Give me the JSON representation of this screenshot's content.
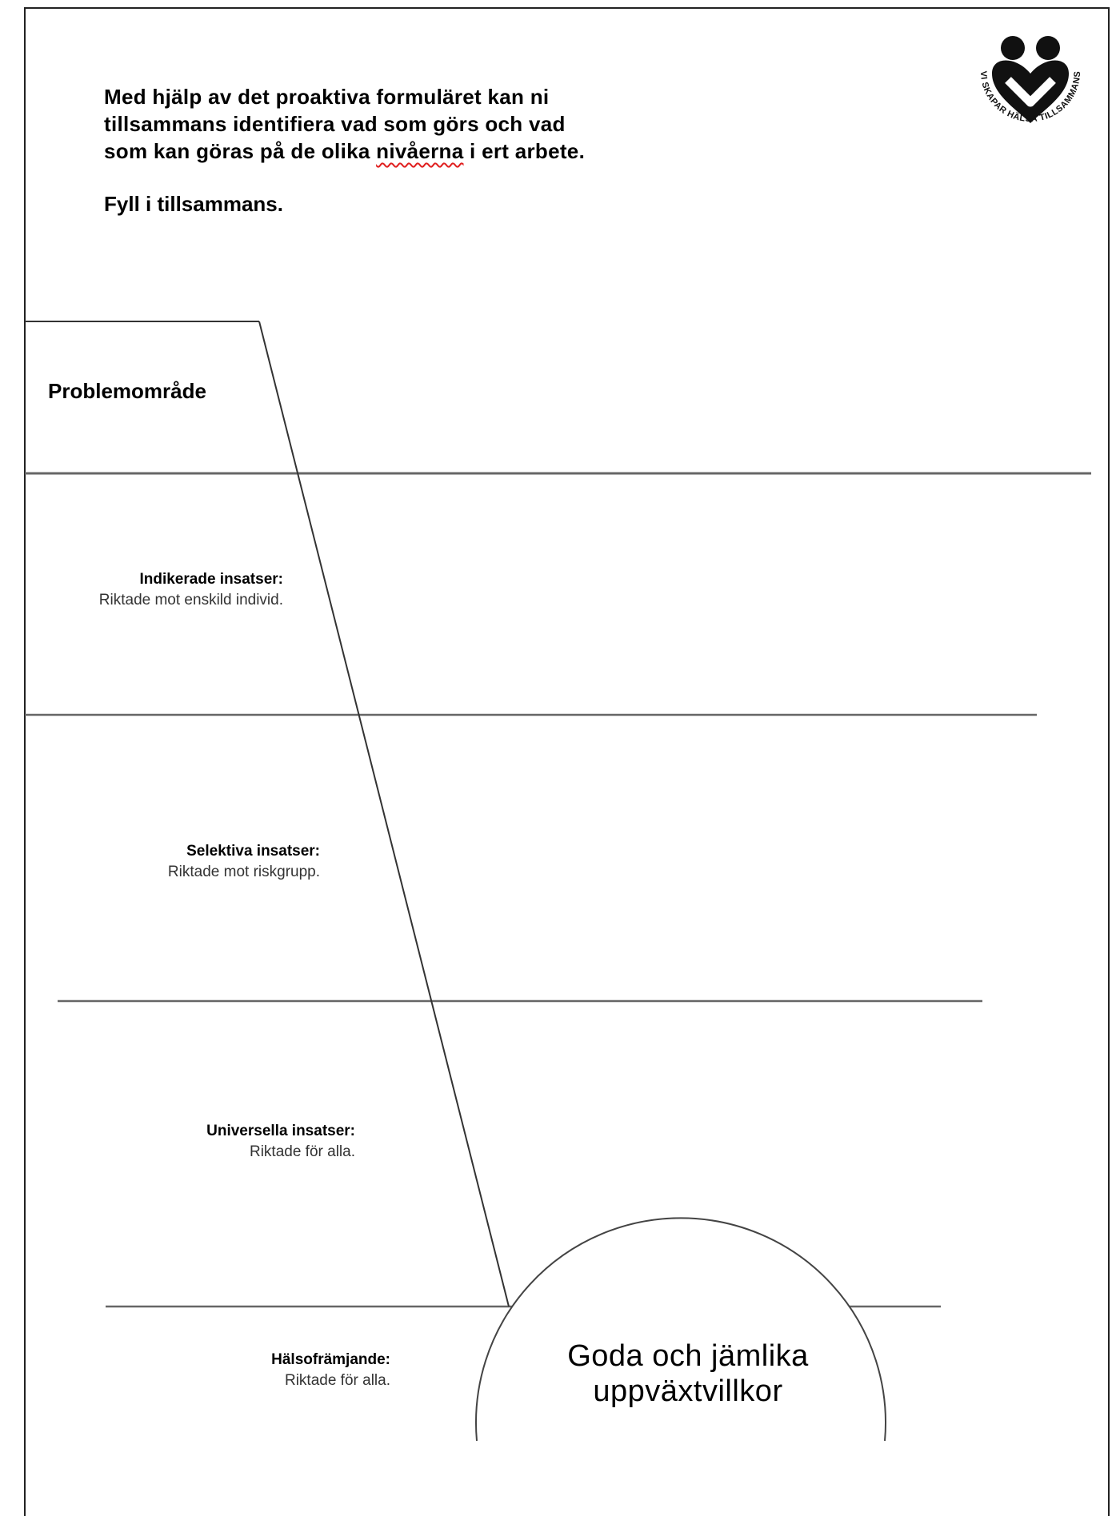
{
  "intro": {
    "line1": "Med hjälp av det proaktiva formuläret kan ni",
    "line2": "tillsammans identifiera vad som görs och vad",
    "line3_before": "som kan göras på de olika ",
    "line3_marked": "nivåerna",
    "line3_after": " i ert arbete.",
    "fill": "Fyll i tillsammans."
  },
  "logo": {
    "text": "VI SKAPAR HÄLSA TILLSAMMANS",
    "icon": "two-people-heart-logo"
  },
  "problem_area": "Problemområde",
  "levels": [
    {
      "title": "Indikerade insatser:",
      "desc": "Riktade mot enskild individ."
    },
    {
      "title": "Selektiva insatser:",
      "desc": "Riktade mot riskgrupp."
    },
    {
      "title": "Universella insatser:",
      "desc": "Riktade för alla."
    },
    {
      "title": "Hälsofrämjande:",
      "desc": "Riktade för alla."
    }
  ],
  "goal": {
    "line1": "Goda och jämlika",
    "line2": "uppväxtvillkor"
  }
}
